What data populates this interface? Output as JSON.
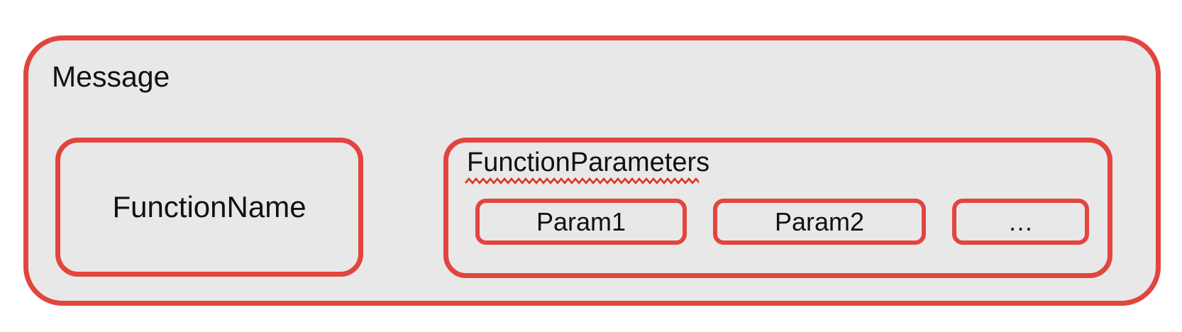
{
  "diagram": {
    "message": {
      "label": "Message"
    },
    "function_name": {
      "label": "FunctionName"
    },
    "function_parameters": {
      "label": "FunctionParameters",
      "params": [
        {
          "label": "Param1"
        },
        {
          "label": "Param2"
        },
        {
          "label": "…"
        }
      ]
    },
    "colors": {
      "box_border_red": "#e2453e",
      "box_fill_gray": "#e8e8e8",
      "squiggle_red": "#e0301e",
      "text_black": "#111111",
      "canvas_white": "#ffffff"
    }
  }
}
